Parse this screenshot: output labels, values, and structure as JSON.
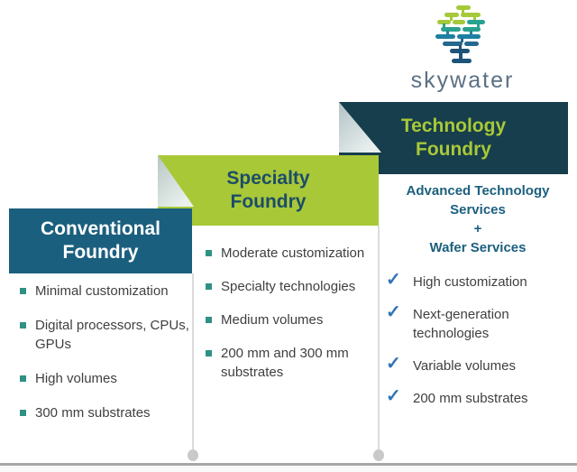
{
  "logo": {
    "brand": "skywater"
  },
  "columns": [
    {
      "id": "conventional",
      "title_lines": [
        "Conventional",
        "Foundry"
      ],
      "items": [
        "Minimal customization",
        "Digital processors, CPUs, GPUs",
        "High volumes",
        "300 mm substrates"
      ]
    },
    {
      "id": "specialty",
      "title_lines": [
        "Specialty",
        "Foundry"
      ],
      "items": [
        "Moderate customization",
        "Specialty technologies",
        "Medium volumes",
        "200 mm and 300 mm substrates"
      ]
    },
    {
      "id": "technology",
      "title_lines": [
        "Technology",
        "Foundry"
      ],
      "subtitle_lines": [
        "Advanced Technology Services",
        "+",
        "Wafer Services"
      ],
      "items": [
        "High customization",
        "Next-generation technologies",
        "Variable volumes",
        "200 mm substrates"
      ]
    }
  ],
  "icons": {
    "check": "✓"
  },
  "colors": {
    "conventional_fill": "#1b5f7e",
    "specialty_fill": "#a9c838",
    "technology_fill": "#163e4c",
    "technology_title_text": "#a9c838",
    "specialty_title_text": "#1b4d68",
    "accent_heading_text": "#1b5f7e",
    "square_bullet": "#2f9183",
    "checkmark": "#2e75b6",
    "wordmark_text": "#5b7083",
    "divider": "#dbdbdb"
  }
}
